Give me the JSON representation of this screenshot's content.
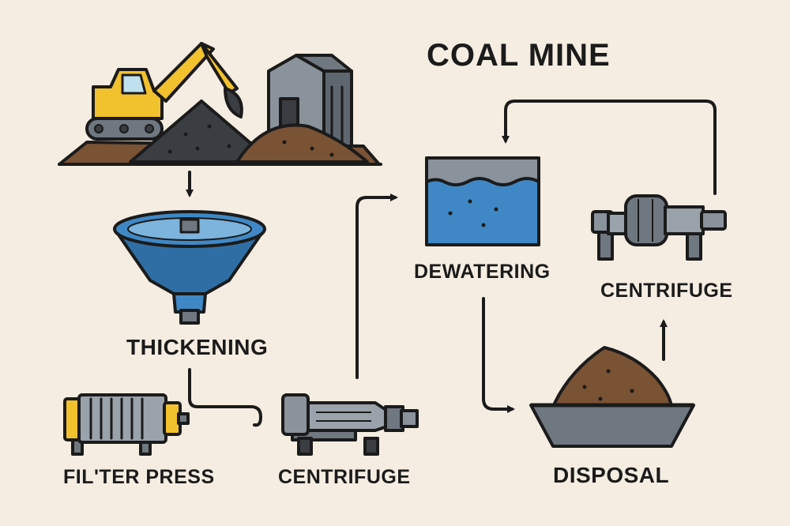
{
  "title": "COAL MINE",
  "stages": {
    "thickening": "THICKENING",
    "filter_press": "FIL'TER PRESS",
    "centrifuge_bottom": "CENTRIFUGE",
    "dewatering": "DEWATERING",
    "centrifuge_right": "CENTRIFUGE",
    "disposal": "DISPOSAL"
  },
  "colors": {
    "background": "#f6ede2",
    "outline": "#1b1b1b",
    "excavator": "#f2c12e",
    "water": "#3f88c5",
    "coal": "#3a3d42",
    "soil": "#7a5234",
    "metal": "#6f7780"
  }
}
